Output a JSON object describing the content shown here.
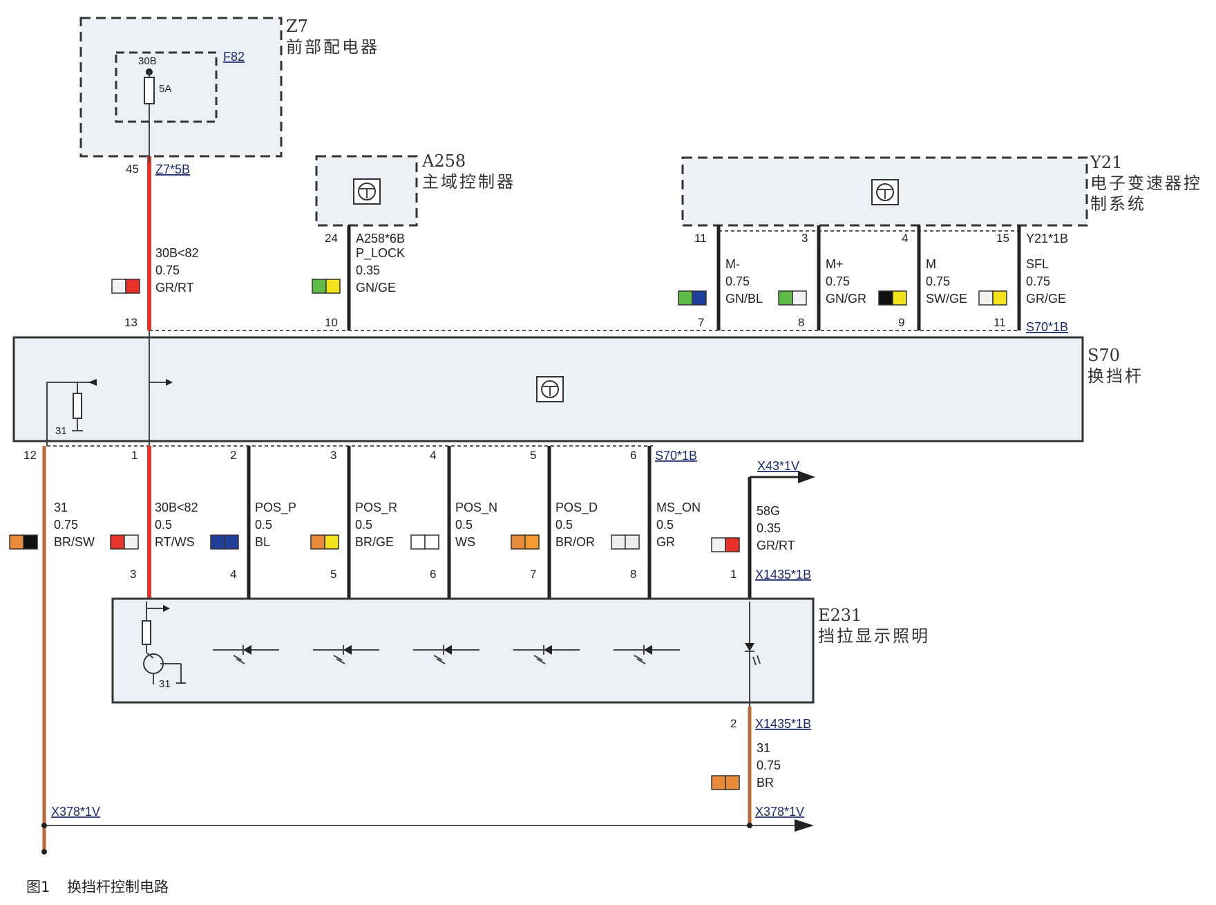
{
  "components": {
    "z7": {
      "id": "Z7",
      "name": "前部配电器",
      "fuse": {
        "terminal": "30B",
        "id": "F82",
        "rating": "5A"
      },
      "pin": "45",
      "connector": "Z7*5B"
    },
    "a258": {
      "id": "A258",
      "name": "主域控制器",
      "pin": "24",
      "connector": "A258*6B"
    },
    "y21": {
      "id": "Y21",
      "name_line1": "电子变速器控",
      "name_line2": "制系统",
      "connector": "Y21*1B",
      "pins": [
        "11",
        "3",
        "4",
        "15"
      ]
    },
    "s70": {
      "id": "S70",
      "name": "换挡杆",
      "ground": "31",
      "connector_top": "S70*1B",
      "connector_bottom": "S70*1B",
      "top_pins": [
        "13",
        "10",
        "7",
        "8",
        "9",
        "11"
      ],
      "bottom_pins": [
        "12",
        "1",
        "2",
        "3",
        "4",
        "5",
        "6"
      ]
    },
    "e231": {
      "id": "E231",
      "name": "挡拉显示照明",
      "ground": "31",
      "top_pins": [
        "3",
        "4",
        "5",
        "6",
        "7",
        "8",
        "1"
      ],
      "connector_top": "X1435*1B",
      "bottom_pin": "2",
      "connector_bottom": "X1435*1B"
    }
  },
  "wires_top": [
    {
      "signal": "30B<82",
      "size": "0.75",
      "color": "GR/RT",
      "swatch": [
        "#f2f2f2",
        "#e8312a"
      ]
    },
    {
      "signal": "P_LOCK",
      "size": "0.35",
      "color": "GN/GE",
      "swatch": [
        "#5dbb46",
        "#f2e21b"
      ]
    },
    {
      "signal": "M-",
      "size": "0.75",
      "color": "GN/BL",
      "swatch": [
        "#5dbb46",
        "#1f3f9a"
      ]
    },
    {
      "signal": "M+",
      "size": "0.75",
      "color": "GN/GR",
      "swatch": [
        "#5dbb46",
        "#f2f2f2"
      ]
    },
    {
      "signal": "M",
      "size": "0.75",
      "color": "SW/GE",
      "swatch": [
        "#111111",
        "#f2e21b"
      ]
    },
    {
      "signal": "SFL",
      "size": "0.75",
      "color": "GR/GE",
      "swatch": [
        "#f2f2f2",
        "#f2e21b"
      ]
    }
  ],
  "wires_bottom": [
    {
      "signal": "31",
      "size": "0.75",
      "color": "BR/SW",
      "swatch": [
        "#e9893a",
        "#111111"
      ]
    },
    {
      "signal": "30B<82",
      "size": "0.5",
      "color": "RT/WS",
      "swatch": [
        "#e8312a",
        "#f2f2f2"
      ]
    },
    {
      "signal": "POS_P",
      "size": "0.5",
      "color": "BL",
      "swatch": [
        "#1f3f9a",
        "#1f3f9a"
      ]
    },
    {
      "signal": "POS_R",
      "size": "0.5",
      "color": "BR/GE",
      "swatch": [
        "#e9893a",
        "#f2e21b"
      ]
    },
    {
      "signal": "POS_N",
      "size": "0.5",
      "color": "WS",
      "swatch": [
        "#ffffff",
        "#ffffff"
      ]
    },
    {
      "signal": "POS_D",
      "size": "0.5",
      "color": "BR/OR",
      "swatch": [
        "#e9893a",
        "#f39b2e"
      ]
    },
    {
      "signal": "MS_ON",
      "size": "0.5",
      "color": "GR",
      "swatch": [
        "#eeeeee",
        "#eeeeee"
      ]
    },
    {
      "signal": "58G",
      "size": "0.35",
      "color": "GR/RT",
      "swatch": [
        "#f2f2f2",
        "#e8312a"
      ]
    }
  ],
  "wire_ground": {
    "signal": "31",
    "size": "0.75",
    "color": "BR",
    "swatch": [
      "#e9893a",
      "#e9893a"
    ]
  },
  "connectors": {
    "x43": "X43*1V",
    "x378_left": "X378*1V",
    "x378_right": "X378*1V"
  },
  "caption": {
    "number": "图1",
    "title": "换挡杆控制电路"
  }
}
